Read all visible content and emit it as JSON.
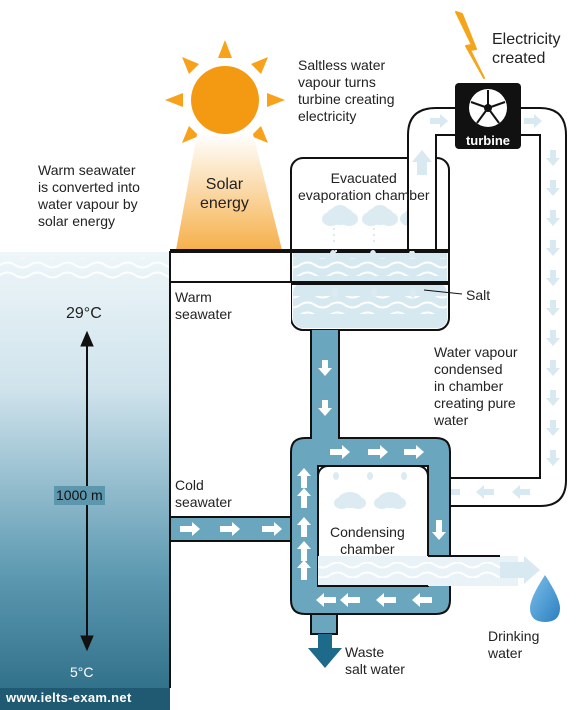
{
  "labels": {
    "electricity": [
      "Electricity",
      "created"
    ],
    "vapour_turbine": [
      "Saltless water",
      "vapour turns",
      "turbine creating",
      "electricity"
    ],
    "warm_convert": [
      "Warm seawater",
      "is converted into",
      "water vapour by",
      "solar energy"
    ],
    "solar": [
      "Solar",
      "energy"
    ],
    "evacuated": [
      "Evacuated",
      "evaporation chamber"
    ],
    "salt": "Salt",
    "warm_seawater": [
      "Warm",
      "seawater"
    ],
    "temp_top": "29°C",
    "depth": "1000 m",
    "temp_bottom": "5°C",
    "condensed": [
      "Water vapour",
      "condensed",
      "in chamber",
      "creating pure",
      "water"
    ],
    "cold_seawater": [
      "Cold",
      "seawater"
    ],
    "condensing": [
      "Condensing",
      "chamber"
    ],
    "drinking": [
      "Drinking",
      "water"
    ],
    "waste": [
      "Waste",
      "salt water"
    ],
    "turbine_logo": "turbine",
    "watermark": "www.ielts-exam.net"
  },
  "colors": {
    "sea_top": "#e6f1f5",
    "sea_bottom": "#2b6d86",
    "pipe_fill": "#6aa6bd",
    "vapour": "#dcebf2",
    "sun": "#f7a21a",
    "sun_core": "#f49a12",
    "lightning": "#f5a51c",
    "turbine_box": "#111111"
  },
  "icons": {
    "sun": "sun-icon",
    "lightning": "lightning-icon",
    "turbine": "turbine-icon",
    "drop": "water-drop-icon"
  }
}
